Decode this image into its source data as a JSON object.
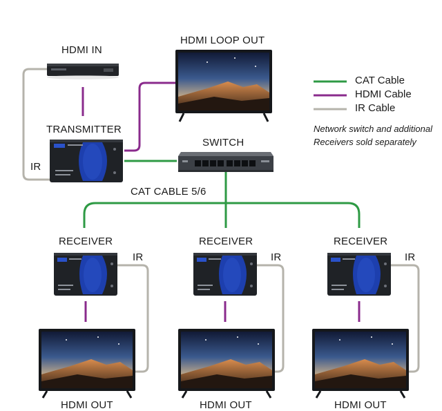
{
  "labels": {
    "hdmi_in": "HDMI IN",
    "hdmi_loop_out": "HDMI LOOP OUT",
    "transmitter": "TRANSMITTER",
    "switch": "SWITCH",
    "cat_cable": "CAT CABLE 5/6",
    "receiver": "RECEIVER",
    "ir": "IR",
    "hdmi_out": "HDMI OUT"
  },
  "legend": [
    {
      "label": "CAT Cable",
      "color": "#2e9a44"
    },
    {
      "label": "HDMI Cable",
      "color": "#8a2b8c"
    },
    {
      "label": "IR Cable",
      "color": "#b5b3ab"
    }
  ],
  "note": "Network switch and additional Receivers sold separately",
  "receivers": [
    {
      "label": "RECEIVER",
      "ir_label": "IR",
      "out_label": "HDMI OUT"
    },
    {
      "label": "RECEIVER",
      "ir_label": "IR",
      "out_label": "HDMI OUT"
    },
    {
      "label": "RECEIVER",
      "ir_label": "IR",
      "out_label": "HDMI OUT"
    }
  ],
  "colors": {
    "cat": "#2e9a44",
    "hdmi": "#8a2b8c",
    "ir": "#b5b3ab",
    "device_body": "#1f2226",
    "device_accent": "#1d3fae"
  }
}
